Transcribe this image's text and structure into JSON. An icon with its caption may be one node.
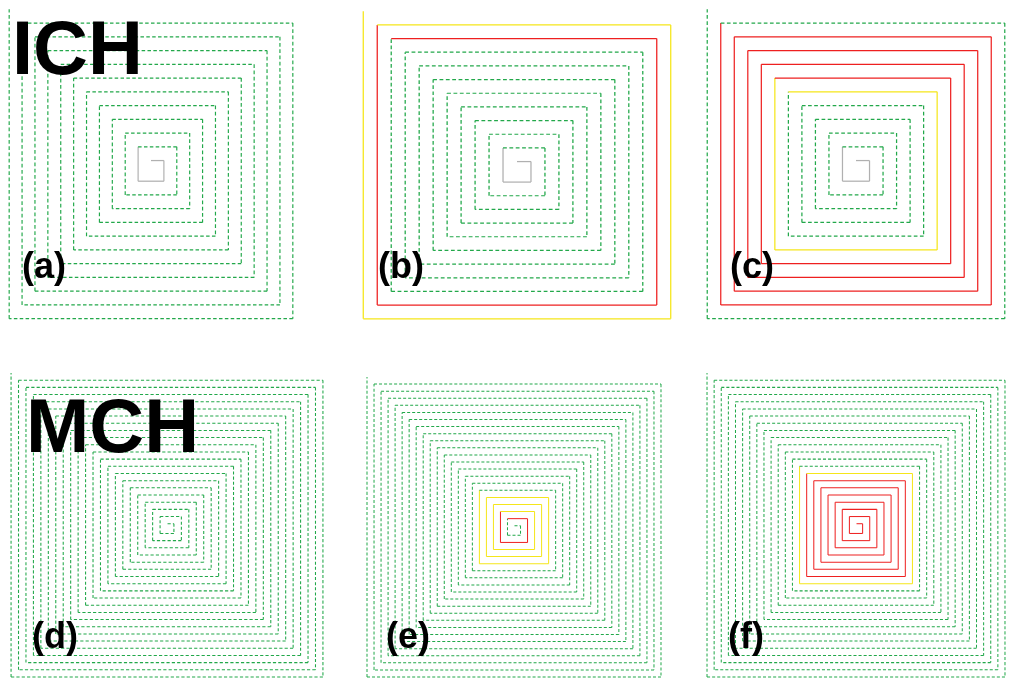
{
  "diagram": {
    "labels": [
      "ICH",
      "(a)",
      "(b)",
      "(c)",
      "MCH",
      "(d)",
      "(e)",
      "(f)"
    ]
  }
}
